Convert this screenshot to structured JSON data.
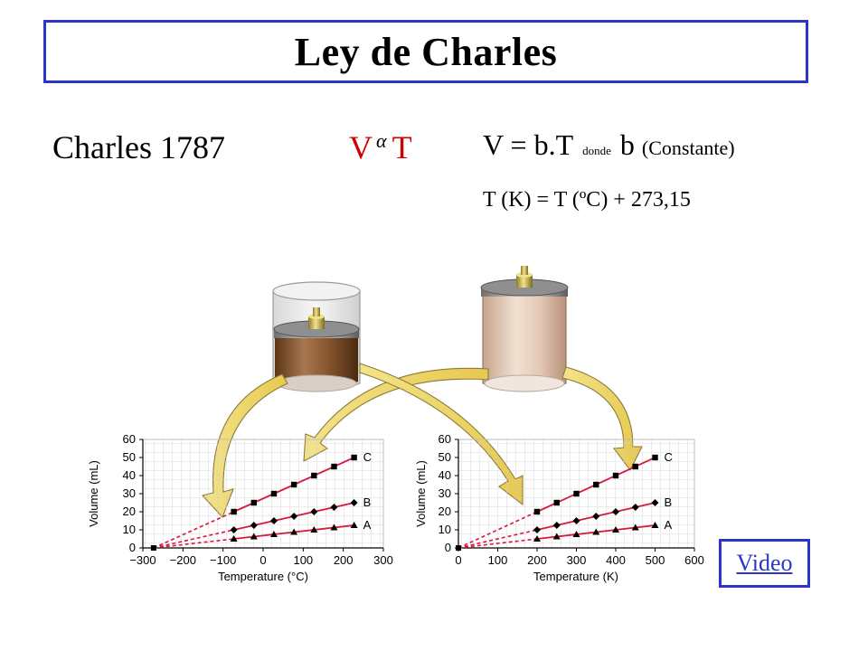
{
  "title": "Ley de Charles",
  "author_year": "Charles 1787",
  "proportional": {
    "left": "V",
    "symbol": "α",
    "right": "T"
  },
  "law": {
    "main": "V = b.T",
    "connector": "donde",
    "constant": "b",
    "constant_note": "(Constante)"
  },
  "kelvin_relation": "T (K) = T (ºC) + 273,15",
  "video_link": "Video",
  "colors": {
    "accent": "#2b35c9",
    "highlight": "#d10000",
    "series_line": "#d61a3c"
  },
  "chart_data": [
    {
      "type": "line",
      "xlabel": "Temperature (°C)",
      "ylabel": "Volume (mL)",
      "xlim": [
        -300,
        300
      ],
      "ylim": [
        0,
        60
      ],
      "xticks": [
        -300,
        -200,
        -100,
        0,
        100,
        200,
        300
      ],
      "xtick_labels": [
        "−300",
        "−200",
        "−100",
        "0",
        "100",
        "200",
        "300"
      ],
      "yticks": [
        0,
        10,
        20,
        30,
        40,
        50,
        60
      ],
      "extrapolation_origin": [
        -273.15,
        0
      ],
      "series": [
        {
          "name": "C",
          "marker": "square",
          "x": [
            -73,
            -23,
            27,
            77,
            127,
            177,
            227
          ],
          "y": [
            20,
            25,
            30,
            35,
            40,
            45,
            50
          ]
        },
        {
          "name": "B",
          "marker": "diamond",
          "x": [
            -73,
            -23,
            27,
            77,
            127,
            177,
            227
          ],
          "y": [
            10,
            12.5,
            15,
            17.5,
            20,
            22.5,
            25
          ]
        },
        {
          "name": "A",
          "marker": "triangle",
          "x": [
            -73,
            -23,
            27,
            77,
            127,
            177,
            227
          ],
          "y": [
            5,
            6.25,
            7.5,
            8.75,
            10,
            11.25,
            12.5
          ]
        }
      ]
    },
    {
      "type": "line",
      "xlabel": "Temperature (K)",
      "ylabel": "Volume (mL)",
      "xlim": [
        0,
        600
      ],
      "ylim": [
        0,
        60
      ],
      "xticks": [
        0,
        100,
        200,
        300,
        400,
        500,
        600
      ],
      "xtick_labels": [
        "0",
        "100",
        "200",
        "300",
        "400",
        "500",
        "600"
      ],
      "yticks": [
        0,
        10,
        20,
        30,
        40,
        50,
        60
      ],
      "extrapolation_origin": [
        0,
        0
      ],
      "series": [
        {
          "name": "C",
          "marker": "square",
          "x": [
            200,
            250,
            300,
            350,
            400,
            450,
            500
          ],
          "y": [
            20,
            25,
            30,
            35,
            40,
            45,
            50
          ]
        },
        {
          "name": "B",
          "marker": "diamond",
          "x": [
            200,
            250,
            300,
            350,
            400,
            450,
            500
          ],
          "y": [
            10,
            12.5,
            15,
            17.5,
            20,
            22.5,
            25
          ]
        },
        {
          "name": "A",
          "marker": "triangle",
          "x": [
            200,
            250,
            300,
            350,
            400,
            450,
            500
          ],
          "y": [
            5,
            6.25,
            7.5,
            8.75,
            10,
            11.25,
            12.5
          ]
        }
      ]
    }
  ]
}
